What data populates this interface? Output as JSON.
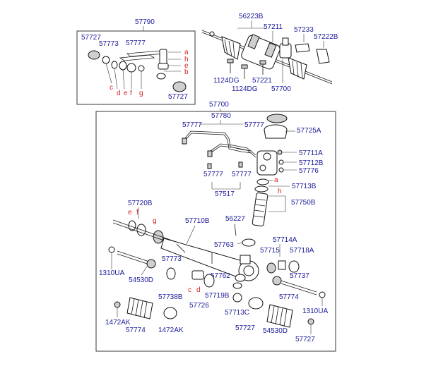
{
  "title_top_box": "57790",
  "title_main_box": "57700",
  "labels": [
    {
      "id": "57790",
      "text": "57790"
    },
    {
      "id": "57727a",
      "text": "57727"
    },
    {
      "id": "57773a",
      "text": "57773"
    },
    {
      "id": "57777a",
      "text": "57777"
    },
    {
      "id": "57727b",
      "text": "57727"
    },
    {
      "id": "56223B",
      "text": "56223B"
    },
    {
      "id": "57211",
      "text": "57211"
    },
    {
      "id": "57233",
      "text": "57233"
    },
    {
      "id": "57222B",
      "text": "57222B"
    },
    {
      "id": "1124DG_a",
      "text": "1124DG"
    },
    {
      "id": "1124DG_b",
      "text": "1124DG"
    },
    {
      "id": "57221",
      "text": "57221"
    },
    {
      "id": "57700top",
      "text": "57700"
    },
    {
      "id": "57700",
      "text": "57700"
    },
    {
      "id": "57780",
      "text": "57780"
    },
    {
      "id": "57777b",
      "text": "57777"
    },
    {
      "id": "57777c",
      "text": "57777"
    },
    {
      "id": "57777d",
      "text": "57777"
    },
    {
      "id": "57777e",
      "text": "57777"
    },
    {
      "id": "57517",
      "text": "57517"
    },
    {
      "id": "57725A",
      "text": "57725A"
    },
    {
      "id": "57711A",
      "text": "57711A"
    },
    {
      "id": "57712B",
      "text": "57712B"
    },
    {
      "id": "57776",
      "text": "57776"
    },
    {
      "id": "57713B",
      "text": "57713B"
    },
    {
      "id": "57750B",
      "text": "57750B"
    },
    {
      "id": "57720B",
      "text": "57720B"
    },
    {
      "id": "56227",
      "text": "56227"
    },
    {
      "id": "57710B",
      "text": "57710B"
    },
    {
      "id": "57763",
      "text": "57763"
    },
    {
      "id": "57714A",
      "text": "57714A"
    },
    {
      "id": "57715",
      "text": "57715"
    },
    {
      "id": "57718A",
      "text": "57718A"
    },
    {
      "id": "57773b",
      "text": "57773"
    },
    {
      "id": "1310UA_a",
      "text": "1310UA"
    },
    {
      "id": "54530D_a",
      "text": "54530D"
    },
    {
      "id": "57762",
      "text": "57762"
    },
    {
      "id": "57737",
      "text": "57737"
    },
    {
      "id": "57738B",
      "text": "57738B"
    },
    {
      "id": "57719B",
      "text": "57719B"
    },
    {
      "id": "57774a",
      "text": "57774"
    },
    {
      "id": "57726",
      "text": "57726"
    },
    {
      "id": "1310UA_b",
      "text": "1310UA"
    },
    {
      "id": "1472AK_a",
      "text": "1472AK"
    },
    {
      "id": "57713C",
      "text": "57713C"
    },
    {
      "id": "57727c",
      "text": "57727"
    },
    {
      "id": "57774b",
      "text": "57774"
    },
    {
      "id": "57727d",
      "text": "57727"
    },
    {
      "id": "54530D_b",
      "text": "54530D"
    },
    {
      "id": "1472AK_b",
      "text": "1472AK"
    }
  ],
  "red_letters": [
    {
      "id": "a1",
      "text": "a"
    },
    {
      "id": "h1",
      "text": "h"
    },
    {
      "id": "e1",
      "text": "e"
    },
    {
      "id": "b1",
      "text": "b"
    },
    {
      "id": "c1",
      "text": "c"
    },
    {
      "id": "d1",
      "text": "d"
    },
    {
      "id": "e2",
      "text": "e"
    },
    {
      "id": "f1",
      "text": "f"
    },
    {
      "id": "g1",
      "text": "g"
    },
    {
      "id": "a2",
      "text": "a"
    },
    {
      "id": "h2",
      "text": "h"
    },
    {
      "id": "e3",
      "text": "e"
    },
    {
      "id": "f2",
      "text": "f"
    },
    {
      "id": "g2",
      "text": "g"
    },
    {
      "id": "c2",
      "text": "c"
    },
    {
      "id": "d2",
      "text": "d"
    }
  ]
}
